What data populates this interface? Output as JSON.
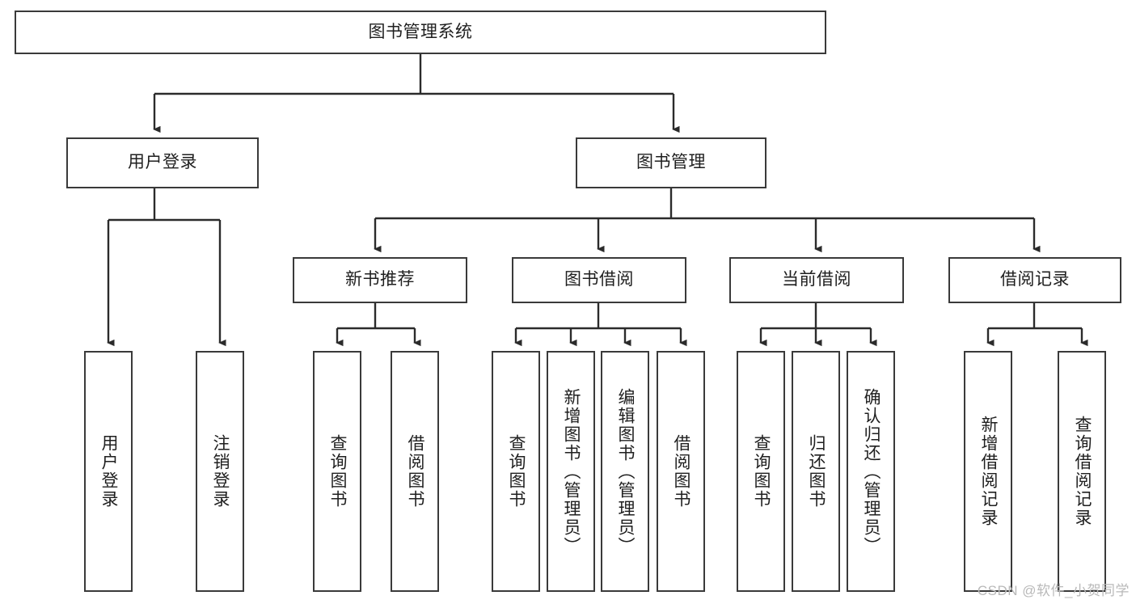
{
  "diagram": {
    "title": "图书管理系统",
    "type": "tree-hierarchy",
    "colors": {
      "box_border": "#3a3a3a",
      "box_fill": "#ffffff",
      "edge": "#2b2b2b",
      "text": "#1f1f1f",
      "watermark": "#b9b9b9",
      "background": "#ffffff"
    },
    "watermark": "CSDN @软件_小贺同学"
  },
  "nodes": {
    "root": {
      "label": "图书管理系统",
      "level": 0
    },
    "level2": [
      {
        "id": "user-login",
        "label": "用户登录"
      },
      {
        "id": "book-management",
        "label": "图书管理"
      }
    ],
    "level3": [
      {
        "id": "new-book-recommend",
        "label": "新书推荐"
      },
      {
        "id": "book-borrow",
        "label": "图书借阅"
      },
      {
        "id": "current-borrow",
        "label": "当前借阅"
      },
      {
        "id": "borrow-record",
        "label": "借阅记录"
      }
    ],
    "leaves": {
      "user_login": [
        {
          "id": "leaf-user-login",
          "label": "用户登录"
        },
        {
          "id": "leaf-logout",
          "label": "注销登录"
        }
      ],
      "new_book_recommend": [
        {
          "id": "leaf-query-book-1",
          "label": "查询图书"
        },
        {
          "id": "leaf-borrow-book-1",
          "label": "借阅图书"
        }
      ],
      "book_borrow": [
        {
          "id": "leaf-query-book-2",
          "label": "查询图书"
        },
        {
          "id": "leaf-add-book",
          "label": "新增图书（管理员）"
        },
        {
          "id": "leaf-edit-book",
          "label": "编辑图书（管理员）"
        },
        {
          "id": "leaf-borrow-book-2",
          "label": "借阅图书"
        }
      ],
      "current_borrow": [
        {
          "id": "leaf-query-book-3",
          "label": "查询图书"
        },
        {
          "id": "leaf-return-book",
          "label": "归还图书"
        },
        {
          "id": "leaf-confirm-return",
          "label": "确认归还（管理员）"
        }
      ],
      "borrow_record": [
        {
          "id": "leaf-add-record",
          "label": "新增借阅记录"
        },
        {
          "id": "leaf-query-record",
          "label": "查询借阅记录"
        }
      ]
    }
  },
  "edges": [
    {
      "from": "图书管理系统",
      "to": "用户登录"
    },
    {
      "from": "图书管理系统",
      "to": "图书管理"
    },
    {
      "from": "用户登录",
      "to": "用户登录"
    },
    {
      "from": "用户登录",
      "to": "注销登录"
    },
    {
      "from": "图书管理",
      "to": "新书推荐"
    },
    {
      "from": "图书管理",
      "to": "图书借阅"
    },
    {
      "from": "图书管理",
      "to": "当前借阅"
    },
    {
      "from": "图书管理",
      "to": "借阅记录"
    },
    {
      "from": "新书推荐",
      "to": "查询图书"
    },
    {
      "from": "新书推荐",
      "to": "借阅图书"
    },
    {
      "from": "图书借阅",
      "to": "查询图书"
    },
    {
      "from": "图书借阅",
      "to": "新增图书（管理员）"
    },
    {
      "from": "图书借阅",
      "to": "编辑图书（管理员）"
    },
    {
      "from": "图书借阅",
      "to": "借阅图书"
    },
    {
      "from": "当前借阅",
      "to": "查询图书"
    },
    {
      "from": "当前借阅",
      "to": "归还图书"
    },
    {
      "from": "当前借阅",
      "to": "确认归还（管理员）"
    },
    {
      "from": "借阅记录",
      "to": "新增借阅记录"
    },
    {
      "from": "借阅记录",
      "to": "查询借阅记录"
    }
  ]
}
